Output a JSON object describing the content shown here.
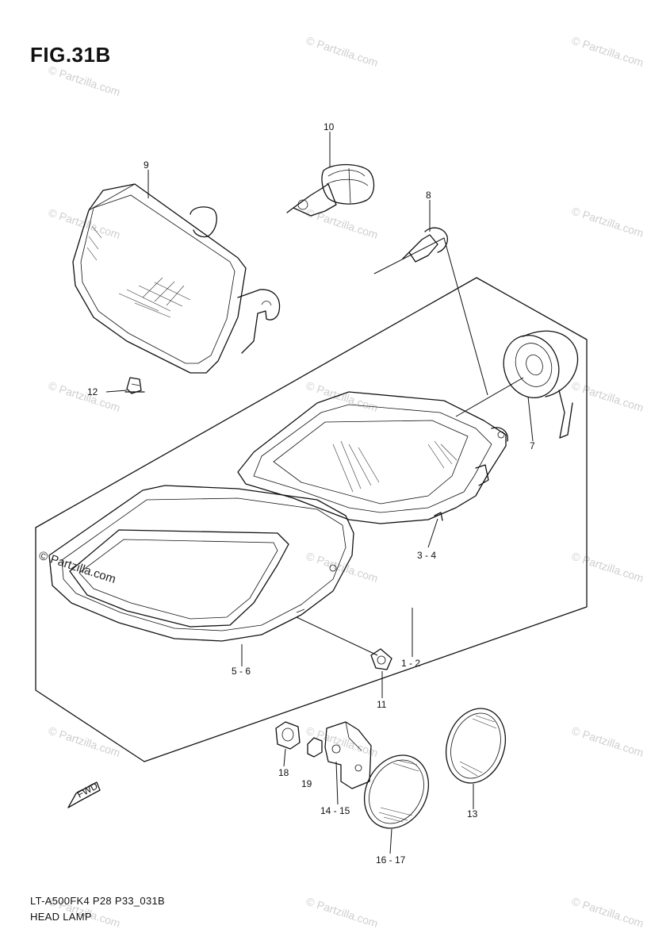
{
  "figure": {
    "title": "FIG.31B",
    "diagram_code": "LT-A500FK4 P28 P33_031B",
    "diagram_name": "HEAD LAMP"
  },
  "watermark": {
    "text": "© Partzilla.com",
    "brand_text": "© Partzilla.com"
  },
  "fwd_label": "FWD",
  "callouts": {
    "c9": "9",
    "c10": "10",
    "c8": "8",
    "c12": "12",
    "c7": "7",
    "c34": "3 - 4",
    "c56": "5 - 6",
    "c12b": "1 - 2",
    "c11": "11",
    "c18": "18",
    "c19": "19",
    "c1415": "14 - 15",
    "c13": "13",
    "c1617": "16 - 17"
  }
}
